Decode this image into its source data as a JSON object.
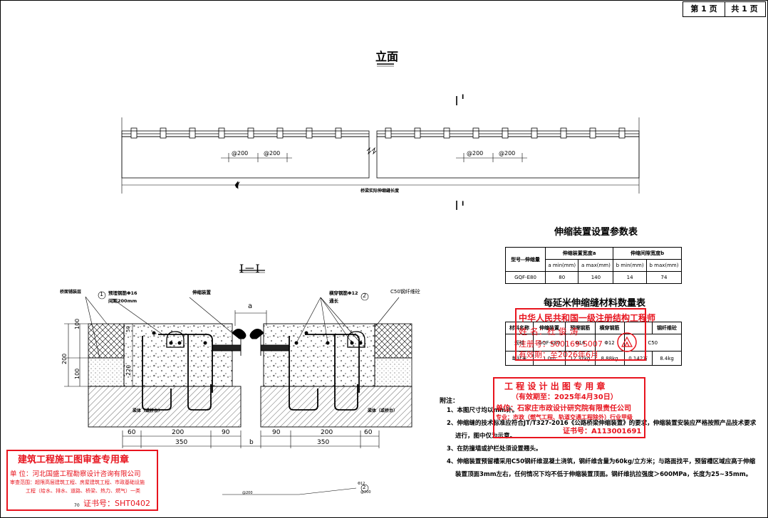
{
  "page": {
    "current": "第 1 页",
    "total": "共 1 页"
  },
  "elevation": {
    "title": "立面",
    "section_mark": "I",
    "spacings": [
      "@200",
      "@200",
      "@200",
      "@200"
    ],
    "length_label": "桥梁实际伸缩缝长度"
  },
  "section": {
    "title": "I－I",
    "labels": {
      "paving": "桥面铺装层",
      "rebar1": "预埋钢筋Φ16",
      "rebar1_spacing": "间距200mm",
      "rebar1_num": "1",
      "device": "伸缩装置",
      "gap": "a",
      "rebar2": "横穿钢筋Φ12",
      "rebar2_len": "通长",
      "rebar2_num": "2",
      "concrete": "C50钢纤维砼",
      "beam_left": "梁体（或桥台）",
      "beam_right": "梁体（或桥台）"
    },
    "dims_left": [
      "100",
      "200",
      "100"
    ],
    "dim_220": "220",
    "dim_50": "50",
    "bottom_left": [
      "60",
      "200",
      "90"
    ],
    "bottom_left_total": "350",
    "bottom_gap": "b",
    "bottom_right": [
      "90",
      "200",
      "60"
    ],
    "bottom_right_total": "350",
    "bottom_notes": [
      "@200",
      "Φ12",
      "@200"
    ],
    "bottom_num": "2",
    "dim_70": "70"
  },
  "param_table": {
    "title": "伸缩装置设置参数表",
    "header_col1": "型号--伸缩量",
    "header_group_a": "伸缩装置宽度a",
    "header_group_b": "伸缩间隙宽度b",
    "sub_headers": [
      "a min(mm)",
      "a max(mm)",
      "b min(mm)",
      "b max(mm)"
    ],
    "rows": [
      {
        "model": "GQF-E80",
        "values": [
          "80",
          "140",
          "14",
          "74"
        ]
      }
    ]
  },
  "material_table": {
    "title": "每延米伸缩缝材料数量表",
    "headers": [
      "材料名称",
      "伸缩装置",
      "预埋钢筋",
      "横穿钢筋",
      "",
      "钢纤维砼"
    ],
    "row_spec": [
      "规格",
      "GQF-E80",
      "Φ16",
      "Φ12",
      "C50"
    ],
    "row_qty": [
      "每延米",
      "1.0m",
      "12.32kg",
      "8.88kg",
      "0.142方",
      "8.4kg"
    ]
  },
  "notes": {
    "heading": "附注：",
    "items": [
      "1、本图尺寸均以mm计。",
      "2、伸缩缝的技术标准应符合JT/T327-2016《公路桥梁伸缩装置》的要求，伸缩装置安装应严格按照产品技术要求",
      "进行，图中仅为示意。",
      "3、在防撞墙或护栏处须设置翘头。",
      "4、伸缩装置预留槽采用C50钢纤维混凝土浇筑，钢纤维含量为60kg/立方米；与路面找平，预留槽区域应高于伸缩",
      "装置顶面3mm左右，任何情况下均不低于伸缩装置顶面。钢纤维抗拉强度＞600MPa，长度为25~35mm。"
    ]
  },
  "stamp_engineer": {
    "line1": "中华人民共和国一级注册结构工程师",
    "line2": "姓    名：杜  俊  涛",
    "line3": "注册号：S00169-S007",
    "line4": "有效期：至2026年6月"
  },
  "stamp_design": {
    "line1": "工 程 设 计 出 图 专 用 章",
    "line2": "（有效期至：2025年4月30日）",
    "line3": "单位：石家庄市政设计研究院有限责任公司",
    "line4": "专业：市政（燃气工程、轨道交通工程除外）行业甲级",
    "line5": "证书号：A113001691"
  },
  "stamp_review": {
    "line1": "建筑工程施工图审查专用章",
    "line2": "单    位：河北国盛工程勘察设计咨询有限公司",
    "line3": "审查范围：超限高层建筑工程、房屋建筑工程、市政基础设施",
    "line4": "工程（给水、排水、道路、桥梁、热力、燃气）一类",
    "line5": "证书号：SHT0402"
  }
}
